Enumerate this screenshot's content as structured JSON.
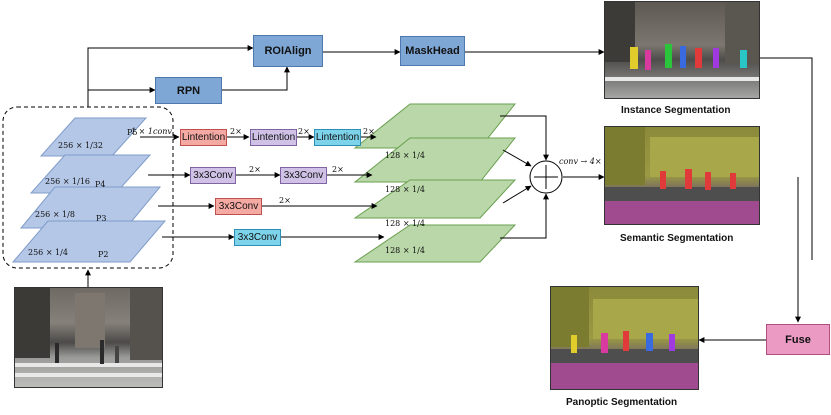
{
  "boxes": {
    "roi_align": [
      "ROI",
      "Align"
    ],
    "mask_head": [
      "Mask",
      "Head"
    ],
    "rpn": "RPN",
    "lintention_1": "Lintention",
    "lintention_2": "Lintention",
    "lintention_3": "Lintention",
    "conv_p4_1": "3x3Conv",
    "conv_p4_2": "3x3Conv",
    "conv_p3": "3x3Conv",
    "conv_p2": "3x3Conv",
    "fuse": "Fuse"
  },
  "pyramid": {
    "p5": {
      "size": "256 × 1/32",
      "name": "P5"
    },
    "p4": {
      "size": "256 × 1/16",
      "name": "P4"
    },
    "p3": {
      "size": "256 × 1/8",
      "name": "P3"
    },
    "p2": {
      "size": "256 × 1/4",
      "name": "P2"
    }
  },
  "edge_labels": {
    "conv1x1": "1 × 1conv",
    "up2x": "2×",
    "conv_upsample": "conv → 4×"
  },
  "features": [
    "128 × 1/4",
    "128 × 1/4",
    "128 × 1/4",
    "128 × 1/4"
  ],
  "captions": {
    "instance": "Instance Segmentation",
    "semantic": "Semantic Segmentation",
    "panoptic": "Panoptic Segmentation"
  },
  "colors": {
    "blue_box": "#7fa7d6",
    "lintention": "#cfc2e6",
    "conv_pink": "#f4a9a3",
    "conv_cyan": "#7dd3ea",
    "fuse": "#ea9ac3",
    "pyramid_plane": "#b4c7e7",
    "feature_plane": "#b9d7a8"
  }
}
